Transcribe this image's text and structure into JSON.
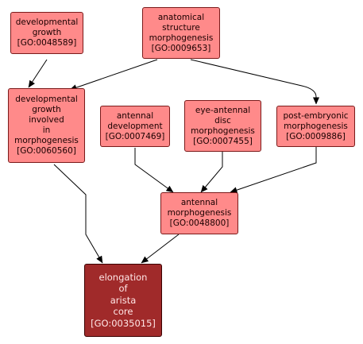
{
  "colors": {
    "node_fill": "#ff8a8a",
    "node_border": "#7a1a1a",
    "focus_fill": "#a02a2a",
    "focus_text": "#ffe6e6",
    "edge": "#000000"
  },
  "nodes": {
    "developmental_growth": {
      "lines": [
        "developmental",
        "growth",
        "[GO:0048589]"
      ]
    },
    "anatomical_structure_morphogenesis": {
      "lines": [
        "anatomical",
        "structure",
        "morphogenesis",
        "[GO:0009653]"
      ]
    },
    "developmental_growth_involved": {
      "lines": [
        "developmental",
        "growth",
        "involved",
        "in",
        "morphogenesis",
        "[GO:0060560]"
      ]
    },
    "antennal_development": {
      "lines": [
        "antennal",
        "development",
        "[GO:0007469]"
      ]
    },
    "eye_antennal_disc": {
      "lines": [
        "eye-antennal",
        "disc",
        "morphogenesis",
        "[GO:0007455]"
      ]
    },
    "post_embryonic": {
      "lines": [
        "post-embryonic",
        "morphogenesis",
        "[GO:0009886]"
      ]
    },
    "antennal_morphogenesis": {
      "lines": [
        "antennal",
        "morphogenesis",
        "[GO:0048800]"
      ]
    },
    "elongation_arista_core": {
      "lines": [
        "elongation",
        "of",
        "arista",
        "core",
        "[GO:0035015]"
      ]
    }
  },
  "edges": [
    {
      "from": "developmental_growth",
      "to": "developmental_growth_involved"
    },
    {
      "from": "anatomical_structure_morphogenesis",
      "to": "developmental_growth_involved"
    },
    {
      "from": "anatomical_structure_morphogenesis",
      "to": "post_embryonic"
    },
    {
      "from": "developmental_growth_involved",
      "to": "elongation_arista_core"
    },
    {
      "from": "antennal_development",
      "to": "antennal_morphogenesis"
    },
    {
      "from": "eye_antennal_disc",
      "to": "antennal_morphogenesis"
    },
    {
      "from": "post_embryonic",
      "to": "antennal_morphogenesis"
    },
    {
      "from": "antennal_morphogenesis",
      "to": "elongation_arista_core"
    }
  ]
}
